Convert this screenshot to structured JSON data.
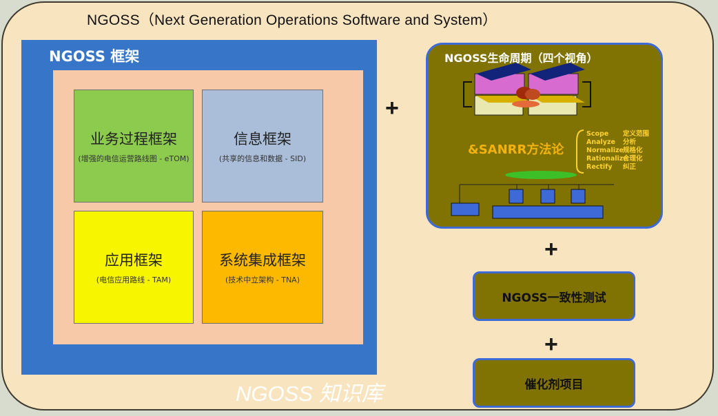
{
  "outer_title": "NGOSS（Next Generation Operations Software  and System）",
  "framework": {
    "title": "NGOSS 框架",
    "quadrants": [
      {
        "title": "业务过程框架",
        "subtitle": "(增强的电信运营路线图 - eTOM)"
      },
      {
        "title": "信息框架",
        "subtitle": "(共享的信息和数据 - SID)"
      },
      {
        "title": "应用框架",
        "subtitle": "(电信应用路线  - TAM)"
      },
      {
        "title": "系统集成框架",
        "subtitle": "(技术中立架构 - TNA)"
      }
    ]
  },
  "plus": "+",
  "lifecycle": {
    "title": "NGOSS生命周期（四个视角）",
    "method": "&SANRR方法论",
    "steps": [
      {
        "en": "Scope",
        "zh": "定义范围"
      },
      {
        "en": "Analyze",
        "zh": "分析"
      },
      {
        "en": "Normalize",
        "zh": "规格化"
      },
      {
        "en": "Rationalize",
        "zh": "合理化"
      },
      {
        "en": "Rectify",
        "zh": "纠正"
      }
    ]
  },
  "compliance": "NGOSS一致性测试",
  "catalyst": "催化剂项目",
  "knowledge_base": "NGOSS 知识库",
  "colors": {
    "background": "#f8e4bf",
    "framework_blue": "#3775c9",
    "olive": "#807304",
    "border_blue": "#3d6ad6",
    "method_orange": "#f4b30c"
  }
}
